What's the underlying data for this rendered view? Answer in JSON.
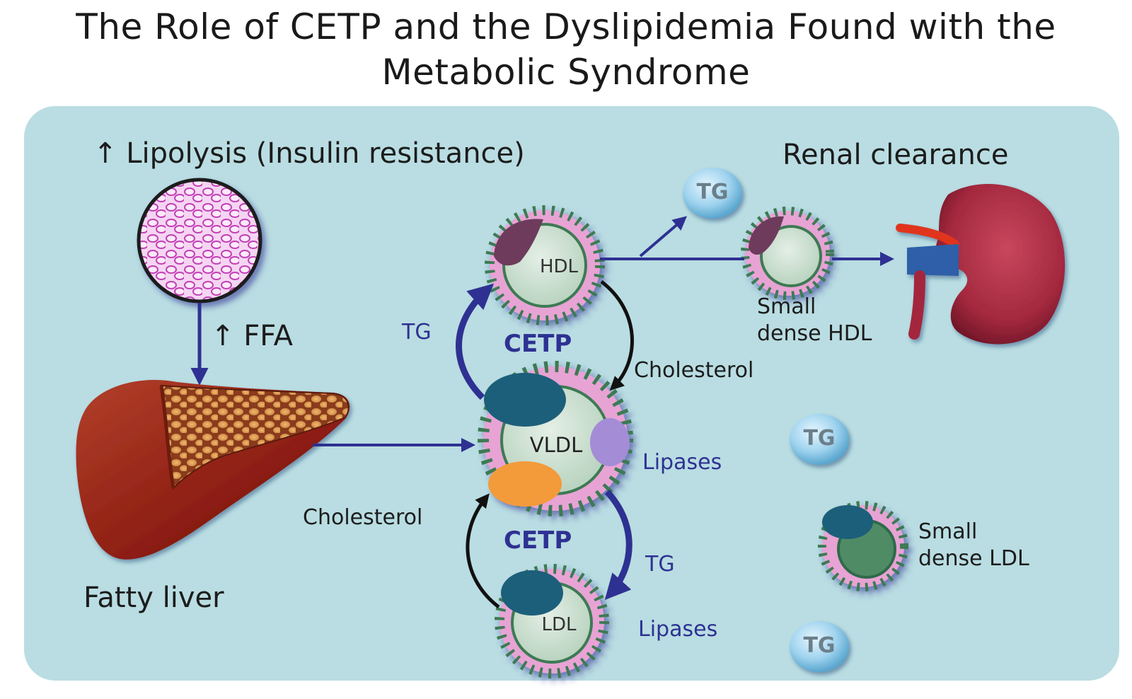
{
  "title": {
    "line1": "The Role of CETP and the Dyslipidemia Found with the",
    "line2": "Metabolic Syndrome"
  },
  "labels": {
    "lipolysis_arrow": "↑",
    "lipolysis": "Lipolysis (Insulin resistance)",
    "ffa_arrow": "↑",
    "ffa": "FFA",
    "fatty_liver": "Fatty liver",
    "renal_clearance": "Renal clearance",
    "small_dense_hdl_1": "Small",
    "small_dense_hdl_2": "dense HDL",
    "small_dense_ldl_1": "Small",
    "small_dense_ldl_2": "dense LDL",
    "cetp_top": "CETP",
    "cetp_bottom": "CETP",
    "tg_left": "TG",
    "tg_right": "TG",
    "cholesterol_top": "Cholesterol",
    "cholesterol_bottom": "Cholesterol",
    "lipases_vldl": "Lipases",
    "lipases_ldl": "Lipases"
  },
  "particles": {
    "hdl": "HDL",
    "vldl": "VLDL",
    "ldl": "LDL",
    "tg_ball_1": "TG",
    "tg_ball_2": "TG",
    "tg_ball_3": "TG"
  },
  "icons": [
    "adipose-tissue-icon",
    "fatty-liver-icon",
    "kidney-icon"
  ],
  "colors": {
    "panel": "#b9dde2",
    "arrow_blue": "#2e3192",
    "text_blue": "#2e3192",
    "kidney": "#a3283e",
    "liver": "#8c1d12",
    "tg_ball": "#8cc8e6"
  }
}
